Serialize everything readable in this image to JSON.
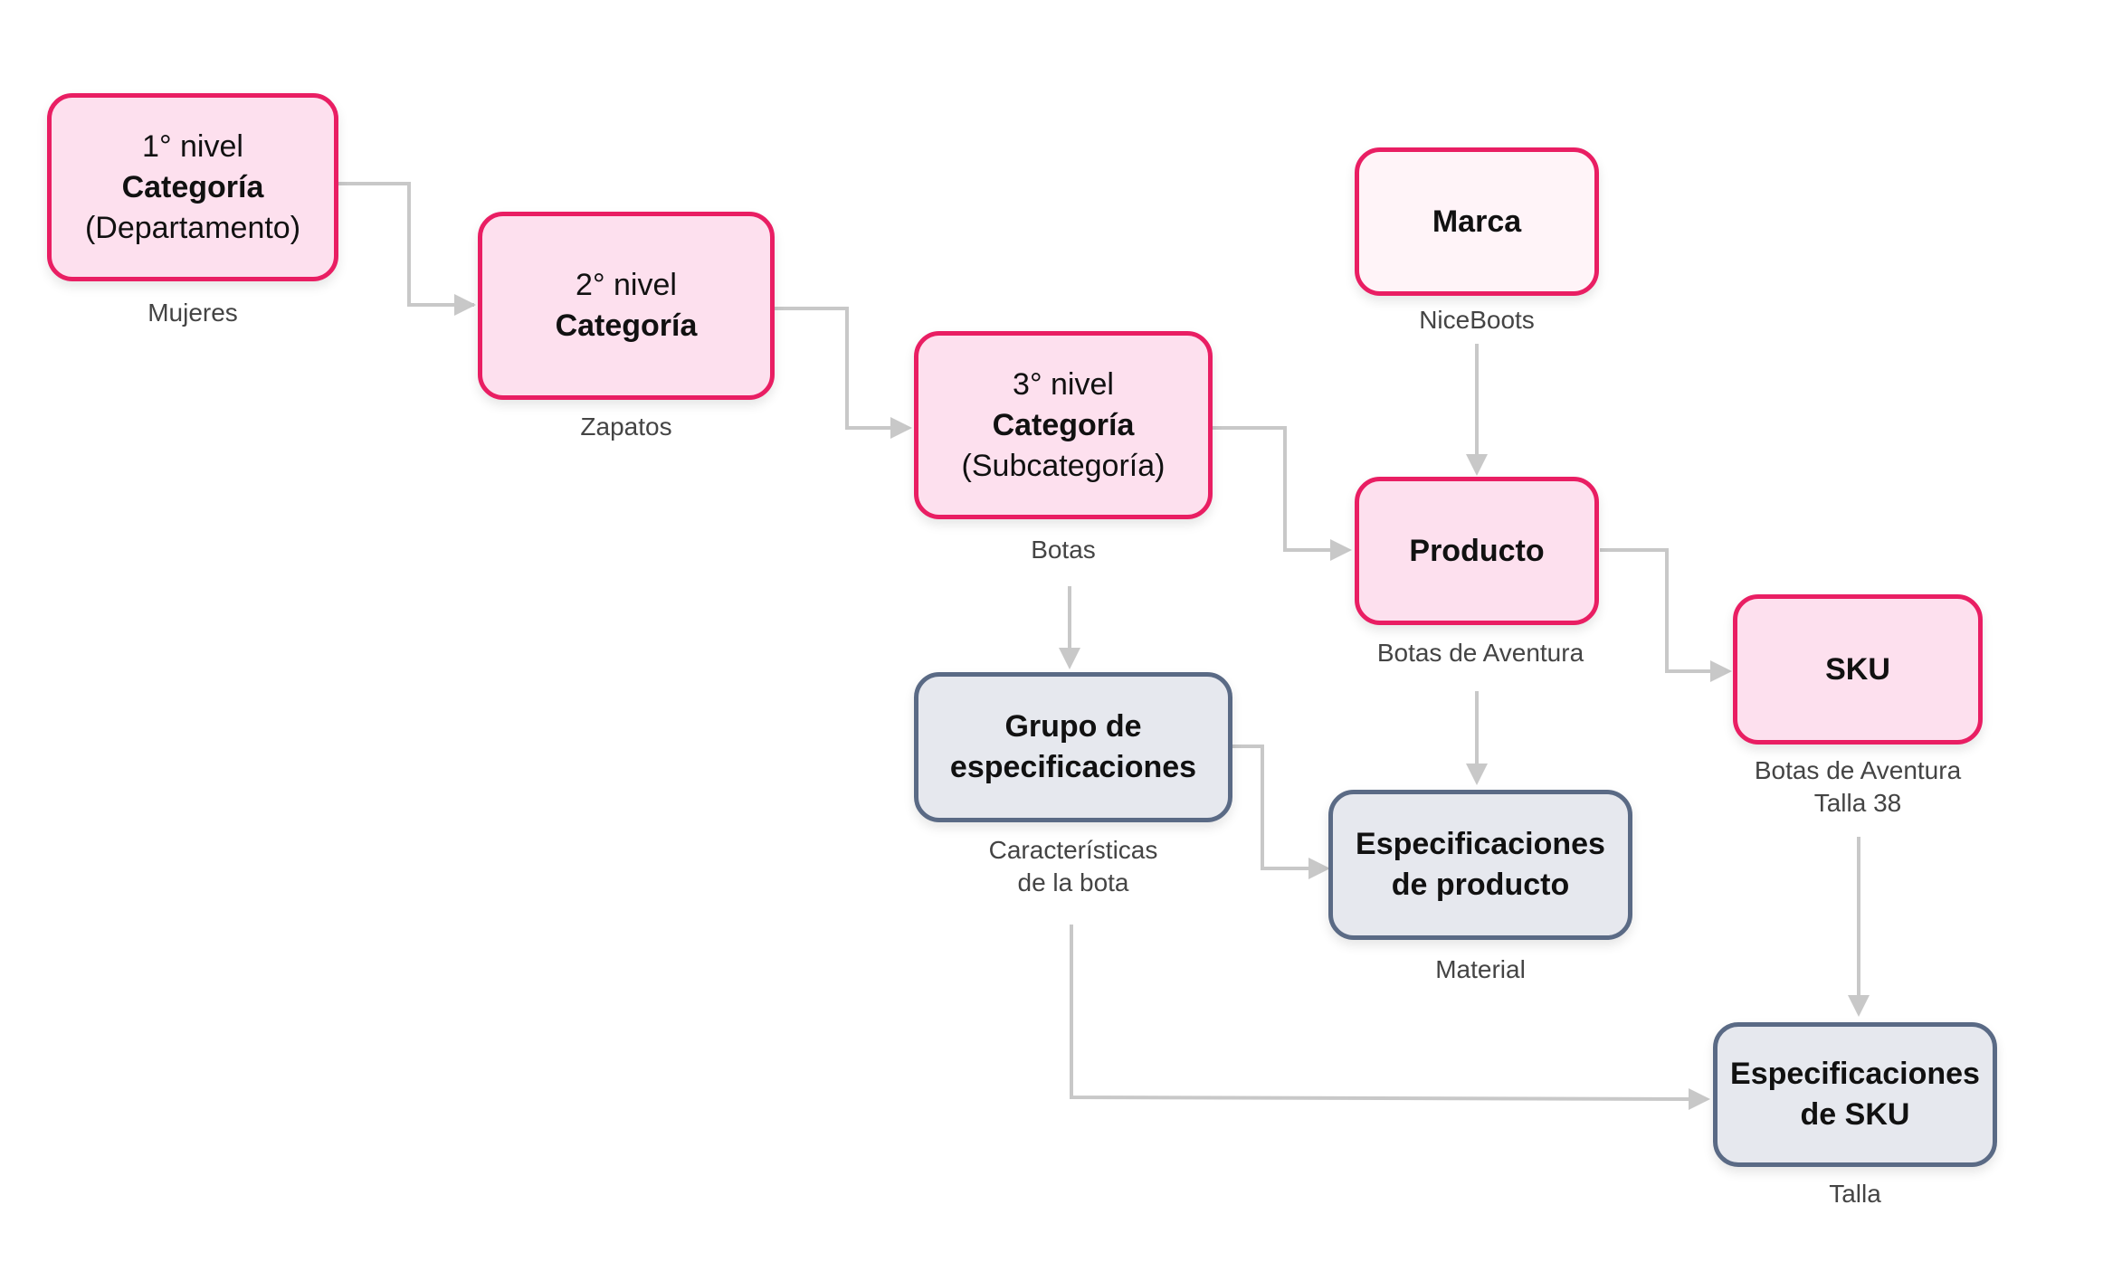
{
  "nodes": {
    "cat1": {
      "level": "1° nivel",
      "title": "Categoría",
      "sub": "(Departamento)",
      "caption": "Mujeres"
    },
    "cat2": {
      "level": "2° nivel",
      "title": "Categoría",
      "caption": "Zapatos"
    },
    "cat3": {
      "level": "3° nivel",
      "title": "Categoría",
      "sub": "(Subcategoría)",
      "caption": "Botas"
    },
    "marca": {
      "title": "Marca",
      "caption": "NiceBoots"
    },
    "producto": {
      "title": "Producto",
      "caption": "Botas de Aventura"
    },
    "sku": {
      "title": "SKU",
      "caption_line1": "Botas de Aventura",
      "caption_line2": "Talla 38"
    },
    "grupo": {
      "title_line1": "Grupo de",
      "title_line2": "especificaciones",
      "caption_line1": "Características",
      "caption_line2": "de la bota"
    },
    "esp_producto": {
      "title_line1": "Especificaciones",
      "title_line2": "de producto",
      "caption": "Material"
    },
    "esp_sku": {
      "title_line1": "Especificaciones",
      "title_line2": "de SKU",
      "caption": "Talla"
    }
  },
  "colors": {
    "primary_border": "#e91e63",
    "primary_fill": "#fde0ee",
    "brand_fill": "#fff4f8",
    "spec_border": "#5a6a85",
    "spec_fill": "#e6e8ee",
    "connector": "#c8c8c8"
  }
}
